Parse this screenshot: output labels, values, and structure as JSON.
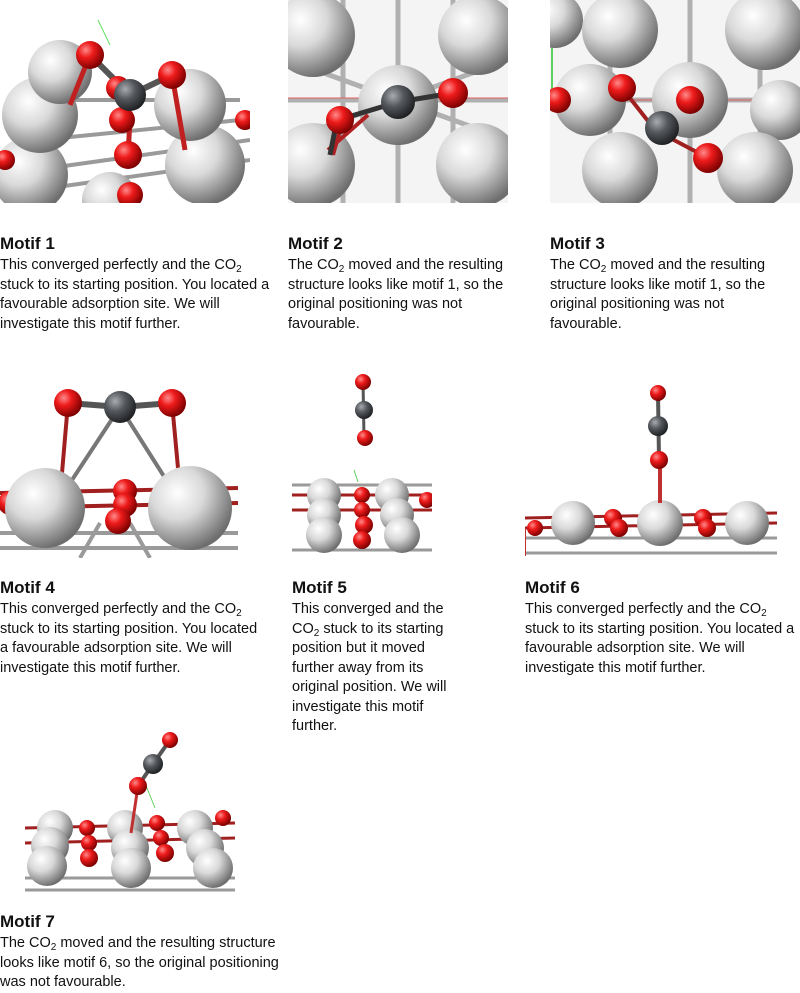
{
  "motifs": [
    {
      "title": "Motif 1",
      "desc_pre": "This converged perfectly and the CO",
      "desc_sub": "2",
      "desc_post": " stuck to its starting position. You located a favourable adsorption site. We will investigate this motif further."
    },
    {
      "title": "Motif 2",
      "desc_pre": "The CO",
      "desc_sub": "2",
      "desc_post": " moved and the resulting structure looks like motif 1, so the original positioning was not favourable."
    },
    {
      "title": "Motif 3",
      "desc_pre": "The CO",
      "desc_sub": "2",
      "desc_post": " moved and the resulting structure looks like motif 1, so the original positioning was not favourable."
    },
    {
      "title": "Motif 4",
      "desc_pre": "This converged perfectly and the CO",
      "desc_sub": "2",
      "desc_post": " stuck to its starting position. You located a favourable adsorption site. We will investigate this motif further."
    },
    {
      "title": "Motif 5",
      "desc_pre": "This converged and the CO",
      "desc_sub": "2",
      "desc_post": " stuck to its starting position but it moved further away from its original position. We will investigate this motif further."
    },
    {
      "title": "Motif 6",
      "desc_pre": "This converged perfectly and the CO",
      "desc_sub": "2",
      "desc_post": " stuck to its starting position. You located a favourable adsorption site. We will investigate this motif further."
    },
    {
      "title": "Motif 7",
      "desc_pre": "The CO",
      "desc_sub": "2",
      "desc_post": " moved and the resulting structure looks like motif 6, so the original positioning was not favourable."
    }
  ],
  "colors": {
    "metal": "#d8d8d8",
    "oxygen": "#e8101a",
    "carbon": "#4a4d52",
    "bond": "#8a8a8a"
  }
}
